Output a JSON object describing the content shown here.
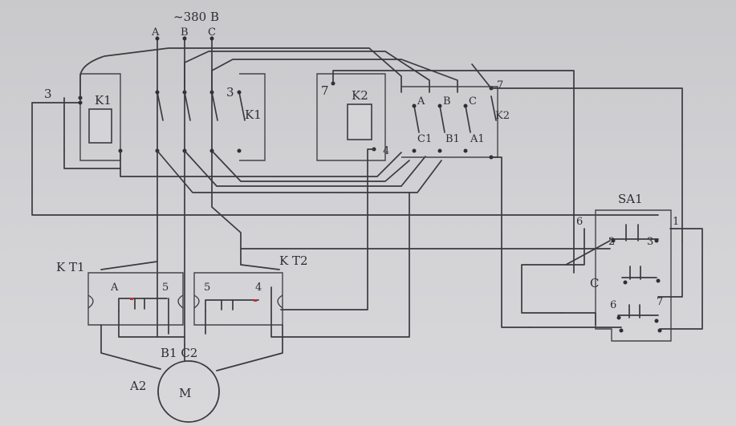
{
  "diagram": {
    "supply_label": "~380 B",
    "phases": [
      "A",
      "B",
      "C"
    ],
    "k1_coil_label": "K1",
    "k1_contact_label": "K1",
    "k2_coil_label": "K2",
    "k2_contact_label": "K2",
    "k2_phase_in": [
      "A",
      "B",
      "C"
    ],
    "k2_phase_out": [
      "C1",
      "B1",
      "A1"
    ],
    "node_3_left": "3",
    "node_3_k1": "3",
    "node_7_k2": "7",
    "node_7_right": "7",
    "node_4_k2": "4",
    "kt1_label": "K T1",
    "kt1_terminal_a": "A",
    "kt1_terminal_5": "5",
    "kt2_label": "K T2",
    "kt2_terminal_5": "5",
    "kt2_terminal_4": "4",
    "motor_terminals": "B1 C2",
    "motor_terminal_a2": "A2",
    "motor_label": "M",
    "sa1_label": "SA1",
    "sa1_terminal_6": "6",
    "sa1_terminal_1": "1",
    "sa1_terminal_2": "2",
    "sa1_terminal_3": "3",
    "sa1_terminal_c": "C",
    "sa1_terminal_6b": "6",
    "sa1_terminal_7": "7"
  },
  "colors": {
    "wire": "#3a3a3f",
    "background": "#d0d0d3",
    "thermal_heater": "#c0303a"
  }
}
